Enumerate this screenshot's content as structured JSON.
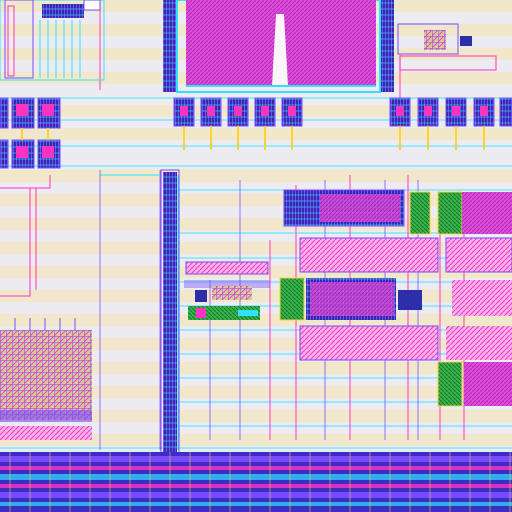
{
  "view": {
    "kind": "ic-layout-editor-canvas",
    "visible_text": []
  },
  "layers": {
    "metal1": "#7b49ff",
    "metal2": "#ff33c2",
    "metal3": "#2fe3ff",
    "poly": "#ffd233",
    "diffusion": "#2fbf4a",
    "nwell": "#f2e7c8",
    "via": "#ffd233",
    "background": "#ebebf1"
  },
  "blocks": [
    "top-left-io-cells",
    "top-center-macro",
    "top-right-io-cells",
    "left-io-pads",
    "left-decap-array",
    "center-left-power-rail",
    "center-logic-cluster",
    "right-logic-cluster",
    "bottom-standard-cell-rows"
  ]
}
